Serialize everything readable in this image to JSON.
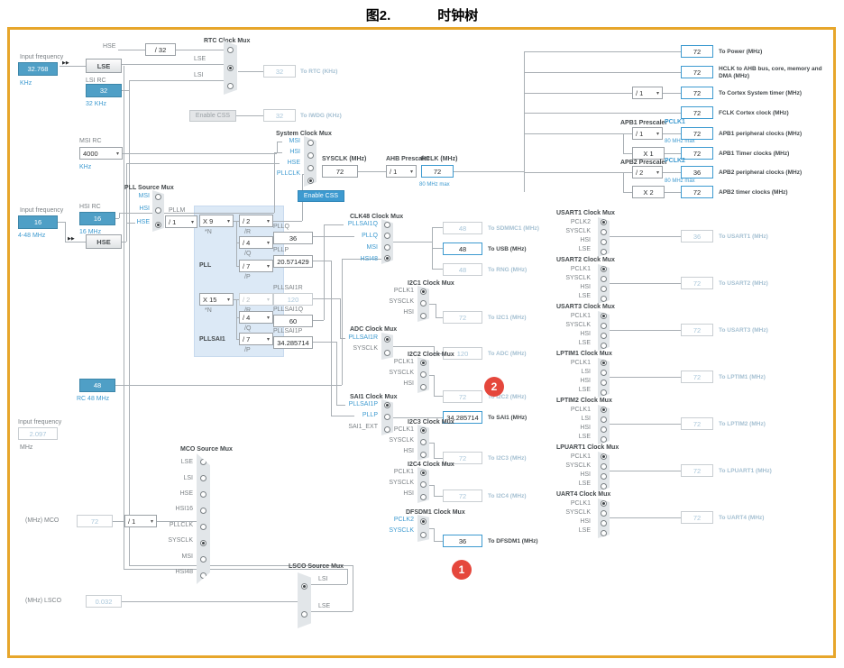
{
  "title": {
    "figure": "图2.",
    "caption": "时钟树"
  },
  "icons": {
    "chevron_down": "▾",
    "double_arrow": "▶▶"
  },
  "inputs": {
    "lse_freq": {
      "label": "Input frequency",
      "value": "32.768",
      "unit": "KHz"
    },
    "lse_label": "LSE",
    "lsi_label": "LSI RC",
    "lsi_value": "32",
    "lsi_unit": "32 KHz",
    "msi_label": "MSI RC",
    "msi_value": "4000",
    "msi_unit": "KHz",
    "hsi_label": "HSI RC",
    "hsi_value": "16",
    "hsi_unit": "16 MHz",
    "hse_freq": {
      "label": "Input frequency",
      "value": "16",
      "unit": "4-48 MHz"
    },
    "hse_label": "HSE",
    "hsi48_value": "48",
    "hsi48_unit": "RC 48 MHz",
    "msi_freq": {
      "label": "Input frequency",
      "value": "2.097",
      "unit": "MHz"
    }
  },
  "rtc": {
    "title": "RTC Clock Mux",
    "hse_label": "HSE",
    "divider": "/ 32",
    "inputs": [
      "LSE",
      "LSI"
    ],
    "rtc_out": {
      "value": "32",
      "label": "To RTC (KHz)"
    },
    "css_button": "Enable CSS",
    "iwdg_out": {
      "value": "32",
      "label": "To IWDG (KHz)"
    }
  },
  "system": {
    "title": "System Clock Mux",
    "inputs": [
      "MSI",
      "HSI",
      "HSE",
      "PLLCLK"
    ],
    "selected": "PLLCLK",
    "sysclk_label": "SYSCLK (MHz)",
    "sysclk_value": "72",
    "css_button": "Enable CSS",
    "ahb_label": "AHB Prescaler",
    "ahb_value": "/ 1",
    "hclk_label": "HCLK (MHz)",
    "hclk_value": "72",
    "hclk_note": "80 MHz max"
  },
  "pll": {
    "source_title": "PLL Source Mux",
    "source_inputs": [
      "MSI",
      "HSI",
      "HSE"
    ],
    "selected": "HSE",
    "pllm_label": "PLLM",
    "pllm_value": "/ 1",
    "pll_label": "PLL",
    "n_value": "X 9",
    "n_label": "*N",
    "r_value": "/ 2",
    "r_label": "/R",
    "q_value": "/ 4",
    "q_label": "/Q",
    "p_value": "/ 7",
    "p_label": "/P",
    "pllq_label": "PLLQ",
    "pllq_value": "36",
    "pllp_label": "PLLP",
    "pllp_value": "20.571429",
    "sai1_label": "PLLSAI1",
    "sai1_n_value": "X 15",
    "sai1_n_label": "*N",
    "sai1_r_value": "/ 2",
    "sai1_r_label": "/R",
    "sai1_q_value": "/ 4",
    "sai1_q_label": "/Q",
    "sai1_p_value": "/ 7",
    "sai1_p_label": "/P",
    "pllsai1r_label": "PLLSAI1R",
    "pllsai1r_value": "120",
    "pllsai1q_label": "PLLSAI1Q",
    "pllsai1q_value": "60",
    "pllsai1p_label": "PLLSAI1P",
    "pllsai1p_value": "34.285714"
  },
  "hclk_tree": {
    "apb1_label": "APB1 Prescaler",
    "apb2_label": "APB2 Prescaler",
    "rows": [
      {
        "value": "72",
        "label": "To Power (MHz)"
      },
      {
        "value": "72",
        "label": "HCLK to AHB bus, core, memory and DMA (MHz)"
      },
      {
        "divider": "/ 1",
        "value": "72",
        "label": "To Cortex System timer (MHz)"
      },
      {
        "value": "72",
        "label": "FCLK Cortex clock (MHz)"
      },
      {
        "divider": "/ 1",
        "pclk": "PCLK1",
        "note": "80 MHz max",
        "value": "72",
        "label": "APB1 peripheral clocks (MHz)"
      },
      {
        "mult": "X 1",
        "value": "72",
        "label": "APB1 Timer clocks (MHz)"
      },
      {
        "divider": "/ 2",
        "pclk": "PCLK2",
        "note": "80 MHz max",
        "value": "36",
        "label": "APB2 peripheral clocks (MHz)"
      },
      {
        "mult": "X 2",
        "value": "72",
        "label": "APB2 timer clocks (MHz)"
      }
    ]
  },
  "periph": {
    "clk48": {
      "title": "CLK48 Clock Mux",
      "inputs": [
        "PLLSAI1Q",
        "PLLQ",
        "MSI",
        "HSI48"
      ],
      "selected": "HSI48",
      "outputs": [
        {
          "value": "48",
          "label": "To SDMMC1 (MHz)"
        },
        {
          "value": "48",
          "label": "To USB (MHz)"
        },
        {
          "value": "48",
          "label": "To RNG (MHz)"
        }
      ]
    },
    "i2c1": {
      "title": "I2C1 Clock Mux",
      "inputs": [
        "PCLK1",
        "SYSCLK",
        "HSI"
      ],
      "value": "72",
      "label": "To I2C1 (MHz)"
    },
    "adc": {
      "title": "ADC Clock Mux",
      "inputs": [
        "PLLSAI1R",
        "SYSCLK"
      ],
      "value": "120",
      "label": "To ADC (MHz)"
    },
    "i2c2": {
      "title": "I2C2 Clock Mux",
      "inputs": [
        "PCLK1",
        "SYSCLK",
        "HSI"
      ],
      "value": "72",
      "label": "To I2C2 (MHz)"
    },
    "sai1": {
      "title": "SAI1 Clock Mux",
      "inputs": [
        "PLLSAI1P",
        "PLLP",
        "SAI1_EXT"
      ],
      "value": "34.285714",
      "label": "To SAI1 (MHz)"
    },
    "i2c3": {
      "title": "I2C3 Clock Mux",
      "inputs": [
        "PCLK1",
        "SYSCLK",
        "HSI"
      ],
      "value": "72",
      "label": "To I2C3 (MHz)"
    },
    "i2c4": {
      "title": "I2C4 Clock Mux",
      "inputs": [
        "PCLK1",
        "SYSCLK",
        "HSI"
      ],
      "value": "72",
      "label": "To I2C4 (MHz)"
    },
    "dfsdm1": {
      "title": "DFSDM1 Clock Mux",
      "inputs": [
        "PCLK2",
        "SYSCLK"
      ],
      "value": "36",
      "label": "To DFSDM1 (MHz)"
    }
  },
  "serial": {
    "muxes": [
      {
        "title": "USART1 Clock Mux",
        "inputs": [
          "PCLK2",
          "SYSCLK",
          "HSI",
          "LSE"
        ],
        "value": "36",
        "label": "To USART1 (MHz)"
      },
      {
        "title": "USART2 Clock Mux",
        "inputs": [
          "PCLK1",
          "SYSCLK",
          "HSI",
          "LSE"
        ],
        "value": "72",
        "label": "To USART2 (MHz)"
      },
      {
        "title": "USART3 Clock Mux",
        "inputs": [
          "PCLK1",
          "SYSCLK",
          "HSI",
          "LSE"
        ],
        "value": "72",
        "label": "To USART3 (MHz)"
      },
      {
        "title": "LPTIM1 Clock Mux",
        "inputs": [
          "PCLK1",
          "LSI",
          "HSI",
          "LSE"
        ],
        "value": "72",
        "label": "To LPTIM1 (MHz)"
      },
      {
        "title": "LPTIM2 Clock Mux",
        "inputs": [
          "PCLK1",
          "LSI",
          "HSI",
          "LSE"
        ],
        "value": "72",
        "label": "To LPTIM2 (MHz)"
      },
      {
        "title": "LPUART1 Clock Mux",
        "inputs": [
          "PCLK1",
          "SYSCLK",
          "HSI",
          "LSE"
        ],
        "value": "72",
        "label": "To LPUART1 (MHz)"
      },
      {
        "title": "UART4 Clock Mux",
        "inputs": [
          "PCLK1",
          "SYSCLK",
          "HSI",
          "LSE"
        ],
        "value": "72",
        "label": "To UART4 (MHz)"
      }
    ]
  },
  "mco": {
    "title": "MCO Source Mux",
    "inputs": [
      "LSE",
      "LSI",
      "HSE",
      "HSI16",
      "PLLCLK",
      "SYSCLK",
      "MSI",
      "HSI48"
    ],
    "selected": "SYSCLK",
    "divider": "/ 1",
    "value": "72",
    "label": "(MHz) MCO"
  },
  "lsco": {
    "title": "LSCO Source Mux",
    "inputs": [
      "LSI",
      "LSE"
    ],
    "selected": "LSI",
    "value": "0.032",
    "label": "(MHz) LSCO"
  },
  "callouts": {
    "one": "1",
    "two": "2"
  }
}
